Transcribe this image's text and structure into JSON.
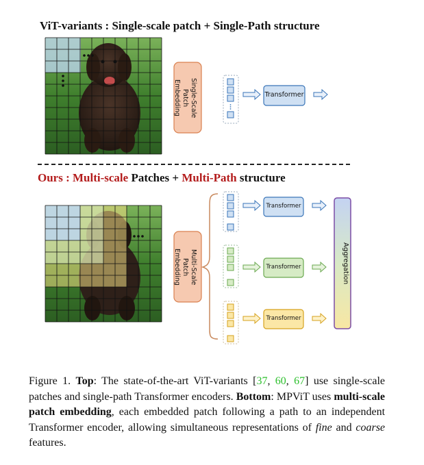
{
  "top": {
    "heading": "ViT-variants : Single-scale patch + Single-Path structure",
    "embed_label": "Single-Scale Patch Embedding",
    "transformer_label": "Transformer"
  },
  "bottom": {
    "heading_ours": "Ours : ",
    "heading_ms": "Multi-scale",
    "heading_patches": " Patches + ",
    "heading_mp": "Multi-Path",
    "heading_structure": " structure",
    "embed_label": "Multi-Scale Patch Embedding",
    "transformer_labels": [
      "Transformer",
      "Transformer",
      "Transformer"
    ],
    "aggregation_label": "Aggregation"
  },
  "caption": {
    "figure": "Figure 1.",
    "top_bold": "Top",
    "text1": ": The state-of-the-art ViT-variants [",
    "cite1": "37",
    "comma1": ", ",
    "cite2": "60",
    "comma2": ", ",
    "cite3": "67",
    "text2": "] use single-scale patches and single-path Transformer encoders. ",
    "bottom_bold": "Bottom",
    "text3": ": MPViT uses ",
    "bold_mspe": "multi-scale patch embedding",
    "text4": ", each embedded patch following a path to an independent Transformer encoder, allowing simultaneous representations of ",
    "fine": "fine",
    "text5": " and ",
    "coarse": "coarse",
    "text6": " features."
  },
  "colors": {
    "heading_red": "#b31b1b",
    "embed_fill": "#f6c9b0",
    "embed_stroke": "#d9804f",
    "blue_fill": "#cfe0f3",
    "blue_stroke": "#3a75b8",
    "green_fill": "#d6ebc5",
    "green_stroke": "#6aa84f",
    "yellow_fill": "#fbe7a6",
    "yellow_stroke": "#d6a21e",
    "citation_green": "#2bbf2b"
  }
}
